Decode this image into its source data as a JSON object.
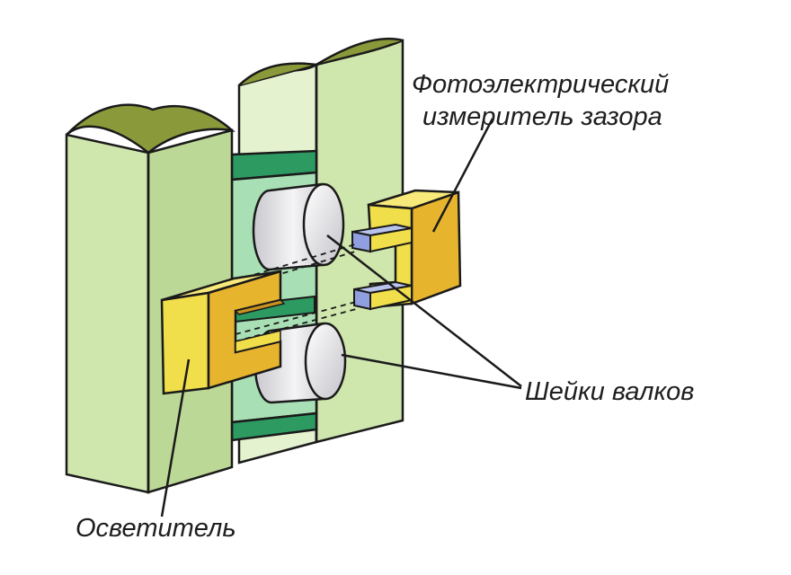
{
  "labels": {
    "photo_meter_line1": "Фотоэлектрический",
    "photo_meter_line2": "измеритель зазора",
    "roll_necks": "Шейки валков",
    "illuminator": "Осветитель"
  },
  "colors": {
    "stand_face": "#cfe6ad",
    "stand_side": "#bcd896",
    "stand_top": "#8a9a3a",
    "inner_light": "#e4f2cf",
    "gap_green": "#a8dfb4",
    "gap_dark": "#2d9a62",
    "yellow_front": "#f0de4a",
    "yellow_side": "#e7b42e",
    "yellow_top": "#f7e97a",
    "lens_blue": "#8f9fe0",
    "roll_grey": "#d8d8dc",
    "outline": "#1a1a1a"
  },
  "icons": {
    "rolling_stand": "rolling-stand-icon",
    "illuminator": "illuminator-icon",
    "gap_meter": "gap-meter-icon",
    "roll_neck": "roll-neck-icon"
  }
}
